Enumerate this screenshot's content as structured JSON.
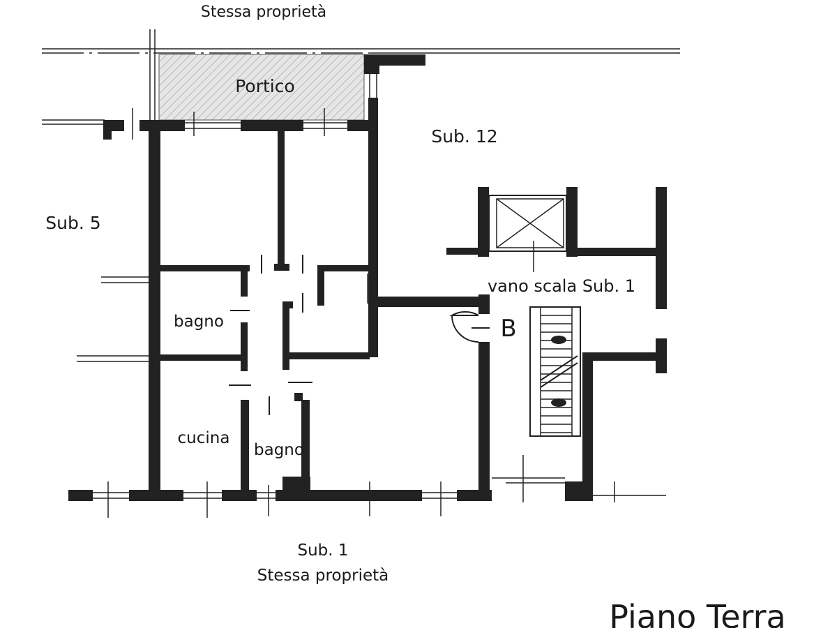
{
  "labels": {
    "top_neighbor": "Stessa proprietà",
    "portico": "Portico",
    "sub12": "Sub. 12",
    "sub5": "Sub. 5",
    "bagno1": "bagno",
    "cucina": "cucina",
    "bagno2": "bagno",
    "stair": "vano scala Sub. 1",
    "entrance_marker": "B",
    "bottom_sub": "Sub. 1",
    "bottom_neighbor": "Stessa proprietà",
    "floor_title": "Piano Terra"
  },
  "colors": {
    "wall": "#222222",
    "hatch": "#cfcfcf"
  }
}
